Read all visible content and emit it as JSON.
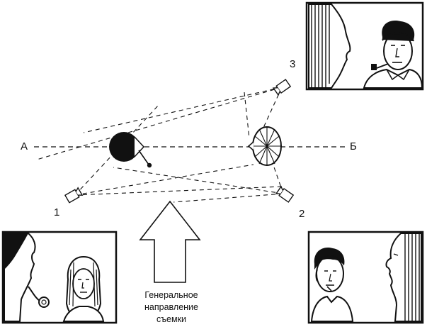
{
  "axis_labels": {
    "start": "А",
    "end": "Б"
  },
  "camera_labels": [
    "1",
    "2",
    "3"
  ],
  "direction_caption": [
    "Генеральное",
    "направление",
    "съемки"
  ],
  "frames": [
    {
      "camera": "3",
      "subjects": [
        "woman-profile-foreground",
        "man-with-pipe"
      ]
    },
    {
      "camera": "1",
      "subjects": [
        "man-profile-with-pipe-foreground",
        "woman"
      ]
    },
    {
      "camera": "2",
      "subjects": [
        "man",
        "woman-profile-foreground"
      ]
    }
  ],
  "colors": {
    "ink": "#111111",
    "paper": "#ffffff"
  }
}
